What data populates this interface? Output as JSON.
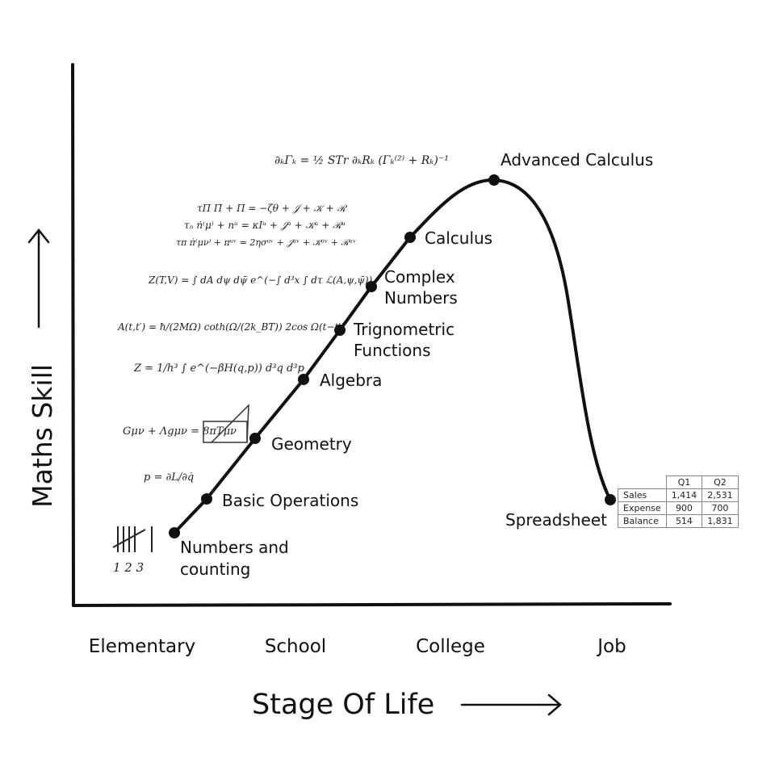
{
  "chart_data": {
    "type": "line",
    "xlabel": "Stage Of Life",
    "ylabel": "Maths Skill",
    "x_stages": [
      "Elementary",
      "School",
      "College",
      "Job"
    ],
    "points": [
      {
        "label": "Numbers and counting",
        "lines": [
          "Numbers and",
          "counting"
        ]
      },
      {
        "label": "Basic Operations",
        "lines": [
          "Basic Operations"
        ]
      },
      {
        "label": "Geometry",
        "lines": [
          "Geometry"
        ]
      },
      {
        "label": "Algebra",
        "lines": [
          "Algebra"
        ]
      },
      {
        "label": "Trignometric Functions",
        "lines": [
          "Trignometric",
          "Functions"
        ]
      },
      {
        "label": "Complex Numbers",
        "lines": [
          "Complex",
          "Numbers"
        ]
      },
      {
        "label": "Calculus",
        "lines": [
          "Calculus"
        ]
      },
      {
        "label": "Advanced Calculus",
        "lines": [
          "Advanced Calculus"
        ]
      },
      {
        "label": "Spreadsheet",
        "lines": [
          "Spreadsheet"
        ]
      }
    ],
    "annotations": [
      {
        "text": "∂ₖΓₖ = ½ STr ∂ₖRₖ (Γₖ⁽²⁾ + Rₖ)⁻¹"
      },
      {
        "text": "τΠ Π̇ + Π = −ζθ + 𝒥 + 𝒦 + ℛ"
      },
      {
        "text": "τₙ ṅ⁽μ⁾ + nᵘ = κIᵘ + 𝒥ᵘ + 𝒦ᵘ + ℛᵘ"
      },
      {
        "text": "τπ π̇⁽μν⁾ + πᵘᵛ = 2ησᵘᵛ + 𝒥ᵘᵛ + 𝒦ᵘᵛ + ℛᵘᵛ"
      },
      {
        "text": "Z(T,V) = ∫ dA dψ dψ̄ e^(−∫ d³x ∫ dτ ℒ(A,ψ,ψ̄))"
      },
      {
        "text": "A(t,t′) = ħ/(2MΩ) coth(Ω/(2k_BT)) 2cos Ω(t−t′)"
      },
      {
        "text": "Z = 1/h³ ∫ e^(−βH(q,p)) d³q d³p"
      },
      {
        "text": "Gμν + Λgμν = 8πTμν"
      },
      {
        "text": "p = ∂L/∂q̇"
      },
      {
        "text": "1 2 3"
      }
    ],
    "spreadsheet": {
      "headers": [
        "",
        "Q1",
        "Q2"
      ],
      "rows": [
        [
          "Sales",
          "1,414",
          "2,531"
        ],
        [
          "Expense",
          "900",
          "700"
        ],
        [
          "Balance",
          "514",
          "1,831"
        ]
      ]
    }
  }
}
